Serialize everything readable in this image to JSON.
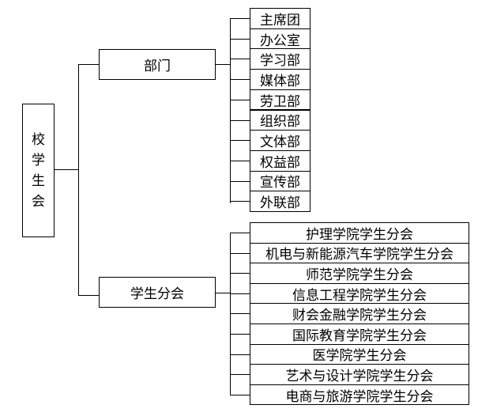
{
  "root": {
    "label": [
      "校",
      "学",
      "生",
      "会"
    ]
  },
  "branches": {
    "departments": {
      "label": "部门",
      "items": [
        "主席团",
        "办公室",
        "学习部",
        "媒体部",
        "劳卫部",
        "组织部",
        "文体部",
        "权益部",
        "宣传部",
        "外联部"
      ]
    },
    "branch_councils": {
      "label": "学生分会",
      "items": [
        "护理学院学生分会",
        "机电与新能源汽车学院学生分会",
        "师范学院学生分会",
        "信息工程学院学生分会",
        "财会金融学院学生分会",
        "国际教育学院学生分会",
        "医学院学生分会",
        "艺术与设计学院学生分会",
        "电商与旅游学院学生分会"
      ]
    }
  }
}
